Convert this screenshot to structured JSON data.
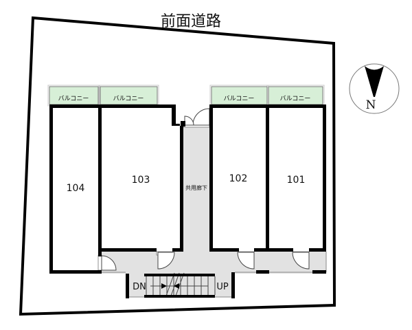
{
  "road": {
    "label": "前面道路"
  },
  "compass": {
    "label": "N"
  },
  "balconies": [
    {
      "label": "バルコニー"
    },
    {
      "label": "バルコニー"
    },
    {
      "label": "バルコニー"
    },
    {
      "label": "バルコニー"
    }
  ],
  "rooms": [
    {
      "number": "104"
    },
    {
      "number": "103"
    },
    {
      "number": "102"
    },
    {
      "number": "101"
    }
  ],
  "corridor": {
    "label": "共用廊下"
  },
  "stairs": {
    "down": "DN",
    "up": "UP"
  },
  "colors": {
    "balcony_fill": "#d7efd7",
    "floor_gray": "#e2e2e2",
    "wall": "#000000"
  }
}
